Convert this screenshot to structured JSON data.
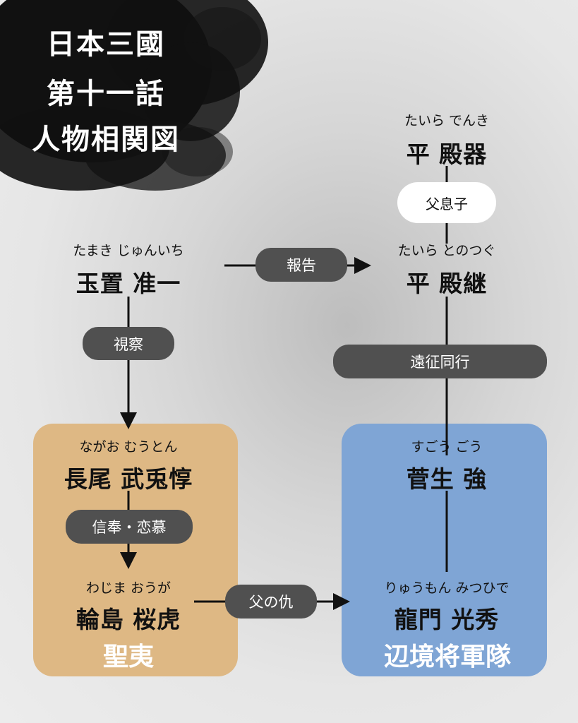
{
  "title": {
    "line1": "日本三國",
    "line2": "第十一話",
    "line3": "人物相関図"
  },
  "characters": {
    "denki": {
      "ruby": "たいら でんき",
      "name": "平 殿器"
    },
    "tonotsugu": {
      "ruby": "たいら とのつぐ",
      "name": "平 殿継"
    },
    "tamaki": {
      "ruby": "たまき じゅんいち",
      "name": "玉置 准一"
    },
    "nagao": {
      "ruby": "ながお むうとん",
      "name": "長尾 武兎惇"
    },
    "wajima": {
      "ruby": "わじま おうが",
      "name": "輪島 桜虎"
    },
    "sugou": {
      "ruby": "すごう ごう",
      "name": "菅生 強"
    },
    "ryumon": {
      "ruby": "りゅうもん みつひで",
      "name": "龍門 光秀"
    }
  },
  "groups": {
    "left": "聖夷",
    "right": "辺境将軍隊"
  },
  "relations": {
    "father_son": "父息子",
    "report": "報告",
    "inspection": "視察",
    "expedition": "遠征同行",
    "devotion": "信奉・恋慕",
    "revenge": "父の仇"
  },
  "colors": {
    "left_box": "#deb884",
    "right_box": "#7fa5d5",
    "pill": "#505050"
  }
}
